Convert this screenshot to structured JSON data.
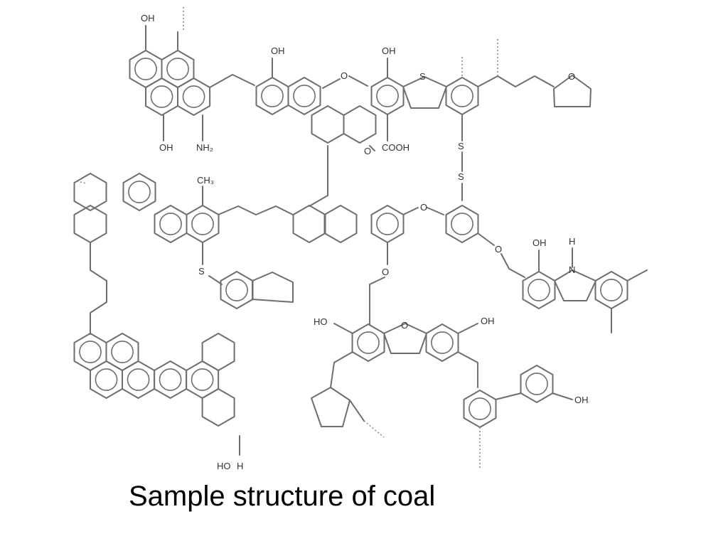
{
  "caption": "Sample structure of coal",
  "atom_labels": {
    "oh_top_left": "OH",
    "oh_pyrene_bottom": "OH",
    "nh2": "NH₂",
    "oh_naphthol": "OH",
    "oh_dibenzothiophene": "OH",
    "s_thiophene": "S",
    "cooh": "COOH",
    "ketone_o": "O",
    "ether_o_top": "O",
    "s_disulfide_1": "S",
    "s_disulfide_2": "S",
    "ch3": "CH₃",
    "s_thioether": "S",
    "ether_o_mid": "O",
    "ether_o_right": "O",
    "oh_carbazole": "OH",
    "h_carbazole": "H",
    "n_carbazole": "N",
    "ether_o_lower": "O",
    "ho_dibenzofuran": "HO",
    "o_furan_ring": "O",
    "oh_dibenzofuran_right": "OH",
    "oh_biphenyl": "OH",
    "ho_cyclohexane": "HO",
    "h_cyclohexane": "H",
    "o_furyl": "O"
  }
}
